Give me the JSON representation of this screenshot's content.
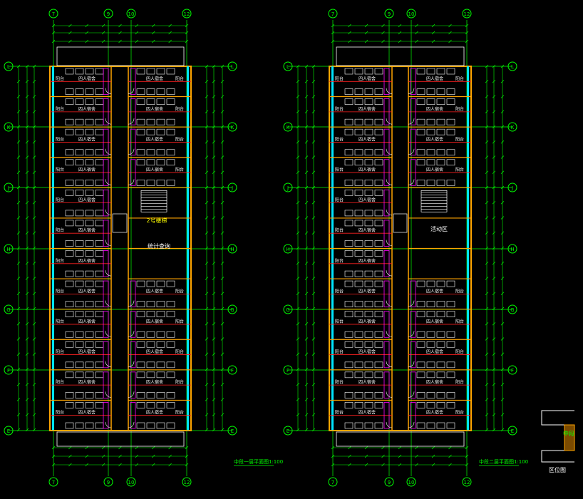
{
  "colors": {
    "background": "#000000",
    "axis": "#00ff00",
    "wall": "#ffa500",
    "interior": "#ffffff",
    "glass": "#00e5ff",
    "redline": "#ff2020",
    "magenta": "#ff00ff",
    "stair": "#ffff00"
  },
  "column_axes": [
    "7",
    "9",
    "10",
    "12"
  ],
  "row_axes": [
    "L",
    "K",
    "J",
    "H",
    "G",
    "F",
    "E"
  ],
  "plans": [
    {
      "title": "中段一层平面图1:100",
      "stair_label": "2号楼梯",
      "room_label": "统计查询",
      "balcony_label": "阳台",
      "dorm_label": "四人宿舍"
    },
    {
      "title": "中段二层平面图1:100",
      "stair_label": "",
      "room_label": "活动区",
      "balcony_label": "阳台",
      "dorm_label": "四人宿舍"
    }
  ],
  "key_plan": {
    "label": "区位图",
    "segment_label": "中段"
  }
}
